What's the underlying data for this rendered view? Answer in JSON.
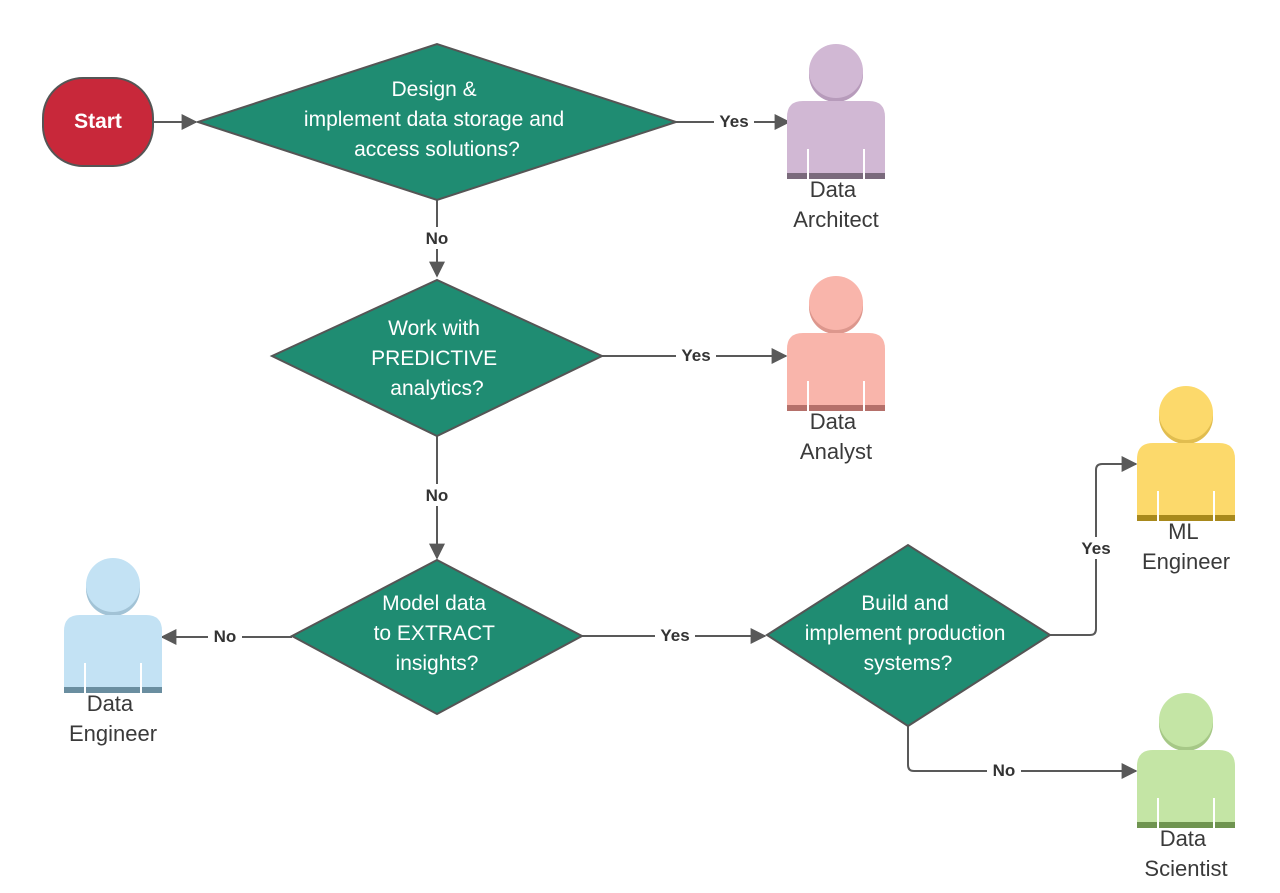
{
  "start": {
    "label": "Start",
    "color": "#c8283a"
  },
  "decision_color": "#1f8c72",
  "decisions": [
    {
      "id": "storage",
      "lines": [
        "Design &",
        "implement data storage and",
        "access solutions?"
      ]
    },
    {
      "id": "predictive",
      "lines": [
        "Work with",
        "PREDICTIVE",
        "analytics?"
      ]
    },
    {
      "id": "extract",
      "lines": [
        "Model data",
        "to EXTRACT",
        "insights?"
      ]
    },
    {
      "id": "production",
      "lines": [
        "Build and",
        "implement production",
        "systems?"
      ]
    }
  ],
  "edge_labels": {
    "storage_yes": "Yes",
    "storage_no": "No",
    "predictive_yes": "Yes",
    "predictive_no": "No",
    "extract_no": "No",
    "extract_yes": "Yes",
    "production_yes": "Yes",
    "production_no": "No"
  },
  "roles": [
    {
      "id": "architect",
      "lines": [
        "Data",
        "Architect"
      ],
      "color": "#d1b8d4",
      "shade": "#b79bbb",
      "base": "#7a6a7c",
      "icon": "person-icon"
    },
    {
      "id": "analyst",
      "lines": [
        "Data",
        "Analyst"
      ],
      "color": "#f9b5ab",
      "shade": "#dd978d",
      "base": "#b5706a",
      "icon": "person-icon"
    },
    {
      "id": "ml",
      "lines": [
        "ML",
        "Engineer"
      ],
      "color": "#fcd96b",
      "shade": "#e1bd4f",
      "base": "#a8891c",
      "icon": "person-icon"
    },
    {
      "id": "engineer",
      "lines": [
        "Data",
        "Engineer"
      ],
      "color": "#c3e2f4",
      "shade": "#a2c3d6",
      "base": "#6a8ea0",
      "icon": "person-icon"
    },
    {
      "id": "scientist",
      "lines": [
        "Data",
        "Scientist"
      ],
      "color": "#c4e5a5",
      "shade": "#a6c887",
      "base": "#6f9450",
      "icon": "person-icon"
    }
  ]
}
